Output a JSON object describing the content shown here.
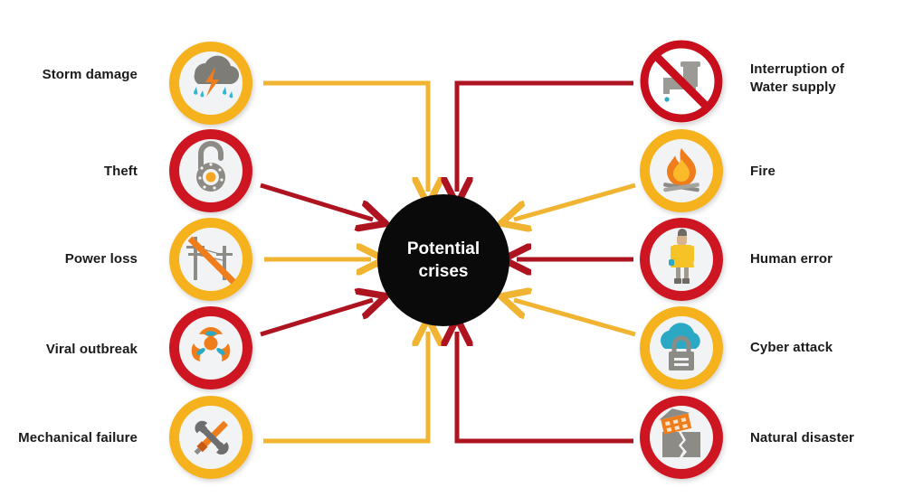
{
  "diagram": {
    "title": "Potential crises",
    "center": {
      "label_line1": "Potential",
      "label_line2": "crises",
      "fill": "#0a0a0a",
      "text_color": "#ffffff"
    },
    "colors": {
      "yellow": "#F7B32B",
      "yellow_ring": "#F5B21C",
      "red": "#C8101B",
      "red_ring": "#CE1420",
      "dark_red_arrow": "#A81020",
      "yellow_arrow": "#F0B432",
      "icon_bg": "#F2F3F4",
      "text": "#1b1b1b",
      "background": "#ffffff",
      "teal": "#2BA8C4",
      "orange": "#F07D1A",
      "grey": "#8C8B85"
    },
    "left_items": [
      {
        "id": "storm-damage",
        "label": "Storm damage",
        "ring": "yellow",
        "icon": "storm-cloud-lightning-icon",
        "arrow": {
          "style": "elbow",
          "color": "yellow",
          "enters": "top"
        }
      },
      {
        "id": "theft",
        "label": "Theft",
        "ring": "red",
        "icon": "padlock-icon",
        "arrow": {
          "style": "diagonal",
          "color": "red",
          "enters": "upper-left"
        }
      },
      {
        "id": "power-loss",
        "label": "Power loss",
        "ring": "yellow",
        "icon": "power-line-prohibited-icon",
        "arrow": {
          "style": "straight",
          "color": "yellow",
          "enters": "left"
        }
      },
      {
        "id": "viral-outbreak",
        "label": "Viral outbreak",
        "ring": "red",
        "icon": "biohazard-icon",
        "arrow": {
          "style": "diagonal",
          "color": "red",
          "enters": "lower-left"
        }
      },
      {
        "id": "mechanical-failure",
        "label": "Mechanical failure",
        "ring": "yellow",
        "icon": "wrench-screwdriver-icon",
        "arrow": {
          "style": "elbow",
          "color": "yellow",
          "enters": "bottom"
        }
      }
    ],
    "right_items": [
      {
        "id": "interruption-water-supply",
        "label": "Interruption of\nWater supply",
        "ring": "red",
        "icon": "water-tap-prohibited-icon",
        "arrow": {
          "style": "elbow",
          "color": "red",
          "enters": "top"
        }
      },
      {
        "id": "fire",
        "label": "Fire",
        "ring": "yellow",
        "icon": "fire-flame-icon",
        "arrow": {
          "style": "diagonal",
          "color": "yellow",
          "enters": "upper-right"
        }
      },
      {
        "id": "human-error",
        "label": "Human error",
        "ring": "red",
        "icon": "person-raincoat-icon",
        "arrow": {
          "style": "straight",
          "color": "red",
          "enters": "right"
        }
      },
      {
        "id": "cyber-attack",
        "label": "Cyber attack",
        "ring": "yellow",
        "icon": "cloud-padlock-icon",
        "arrow": {
          "style": "diagonal",
          "color": "yellow",
          "enters": "lower-right"
        }
      },
      {
        "id": "natural-disaster",
        "label": "Natural disaster",
        "ring": "red",
        "icon": "earthquake-building-icon",
        "arrow": {
          "style": "elbow",
          "color": "red",
          "enters": "bottom"
        }
      }
    ]
  }
}
